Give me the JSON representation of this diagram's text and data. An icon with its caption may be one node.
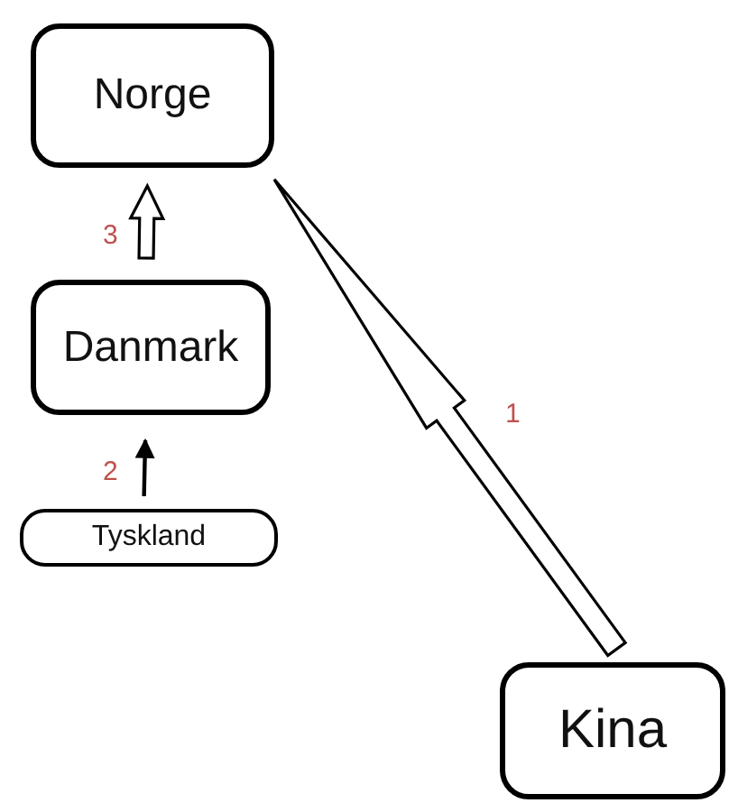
{
  "diagram": {
    "nodes": [
      {
        "text": [
          "Norge"
        ]
      },
      {
        "text": [
          "Danmark"
        ]
      },
      {
        "text": [
          "Tyskland"
        ]
      },
      {
        "text": [
          "Kina"
        ]
      }
    ],
    "edges": [
      {
        "from": 3,
        "to": 0,
        "arrow": "to",
        "label": "1",
        "style": "thick"
      },
      {
        "from": 2,
        "to": 1,
        "arrow": "to",
        "label": "2"
      },
      {
        "from": 1,
        "to": 0,
        "arrow": "to",
        "label": "3",
        "style": "thick"
      }
    ]
  }
}
